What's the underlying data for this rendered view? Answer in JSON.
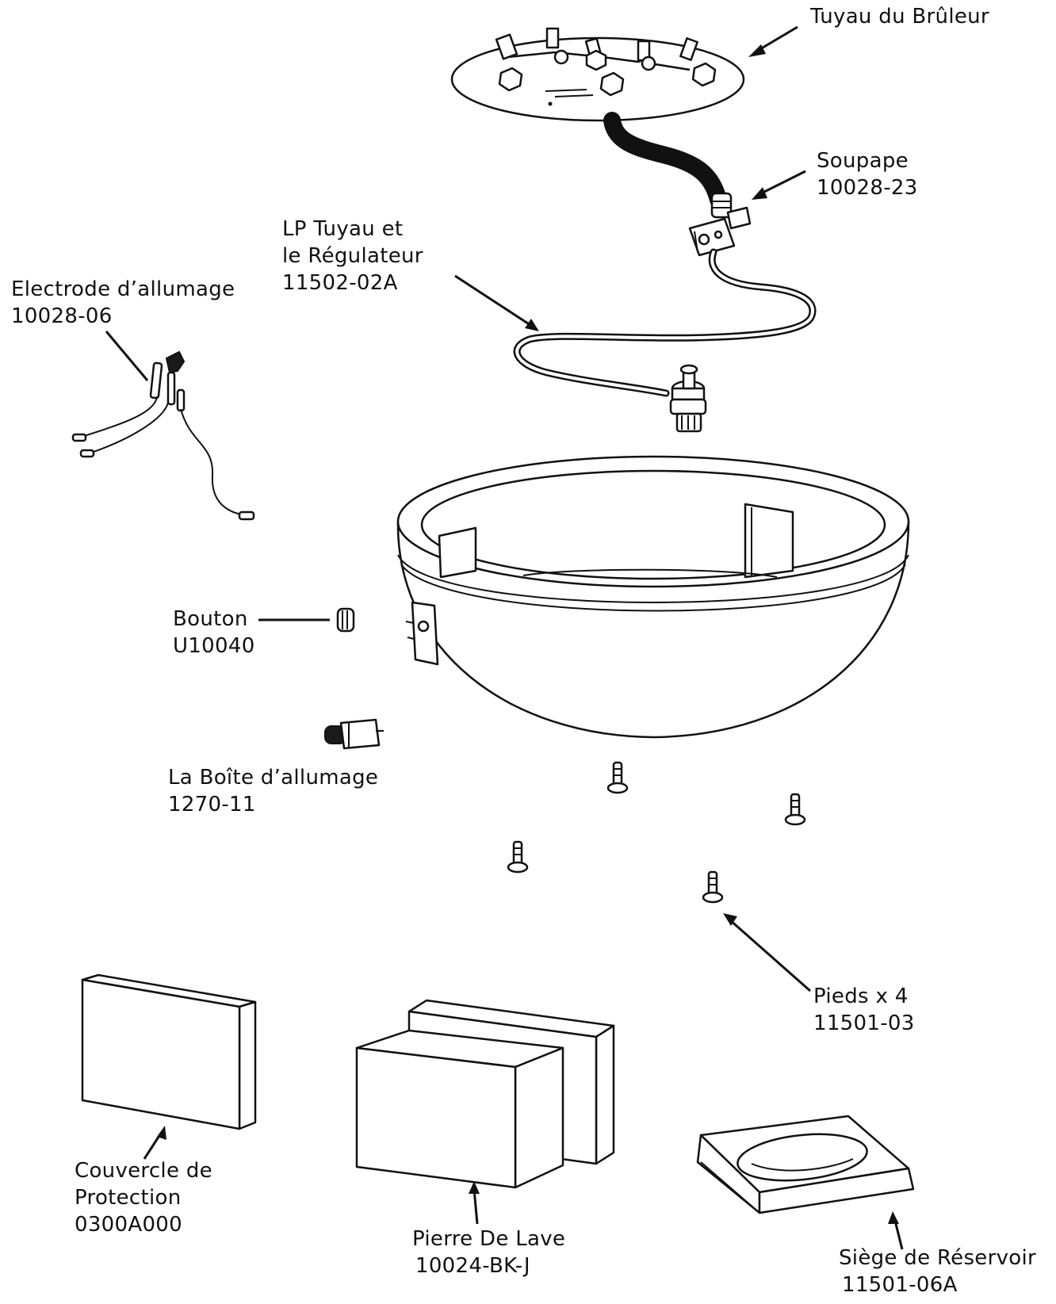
{
  "labels": {
    "burner_pipe": "Tuyau du Brûleur",
    "valve_name": "Soupape",
    "valve_code": "10028-23",
    "hose_line1": "LP Tuyau et",
    "hose_line2": "le Régulateur",
    "hose_code": "11502-02A",
    "electrode_name": "Electrode d’allumage",
    "electrode_code": "10028-06",
    "knob_name": "Bouton",
    "knob_code": "U10040",
    "ignition_box_name": "La Boîte d’allumage",
    "ignition_box_code": "1270-11",
    "feet_name": "Pieds x 4",
    "feet_code": "11501-03",
    "cover_line1": "Couvercle de",
    "cover_line2": "Protection",
    "cover_code": "0300A000",
    "lava_name": "Pierre De Lave",
    "lava_code": "10024-BK-J",
    "tank_seat_name": "Siège de Réservoir",
    "tank_seat_code": "11501-06A"
  },
  "colors": {
    "line": "#111111",
    "fill": "#ffffff",
    "hose": "#1a1a1a"
  }
}
